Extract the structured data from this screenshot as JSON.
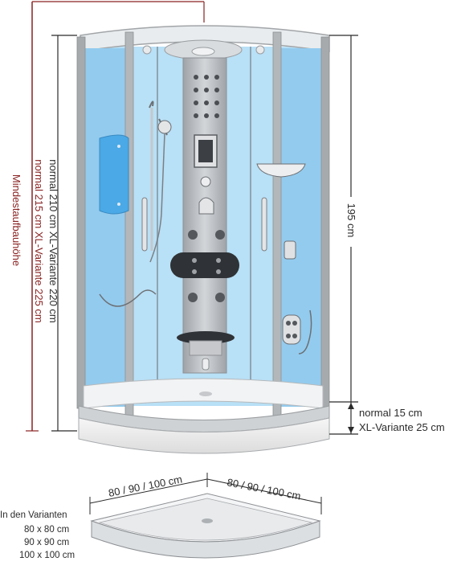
{
  "labels": {
    "height_normal": "normal 210 cm XL-Variante 220 cm",
    "height_red": "normal 215 cm XL-Variante 225 cm",
    "height_red_2": "Mindestaufbauhöhe",
    "inner_height": "195 cm",
    "tray_normal": "normal 15 cm",
    "tray_xl": "XL-Variante 25 cm",
    "width_left": "80 / 90 / 100 cm",
    "width_right": "80 / 90 / 100 cm"
  },
  "variants": {
    "title": "In den Varianten",
    "items": [
      "80 x 80 cm",
      "90 x 90 cm",
      "100 x 100 cm"
    ]
  },
  "colors": {
    "glass": "#a9d7f2",
    "glass_dark": "#7fbde6",
    "frame": "#9a9ca0",
    "column": "#b9bcc0",
    "dimension_line": "#2b2b2b",
    "dimension_red": "#8a2222"
  }
}
